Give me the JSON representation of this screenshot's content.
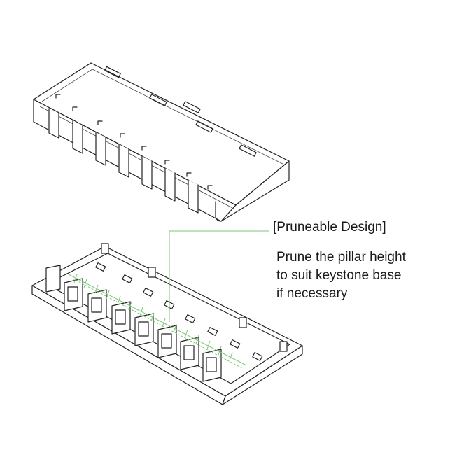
{
  "callout": {
    "title": "[Pruneable Design]",
    "lines": [
      "Prune the pillar height",
      "to suit keystone base",
      "if necessary"
    ]
  },
  "colors": {
    "line": "#222222",
    "highlight": "#7cc576",
    "background": "#ffffff"
  }
}
